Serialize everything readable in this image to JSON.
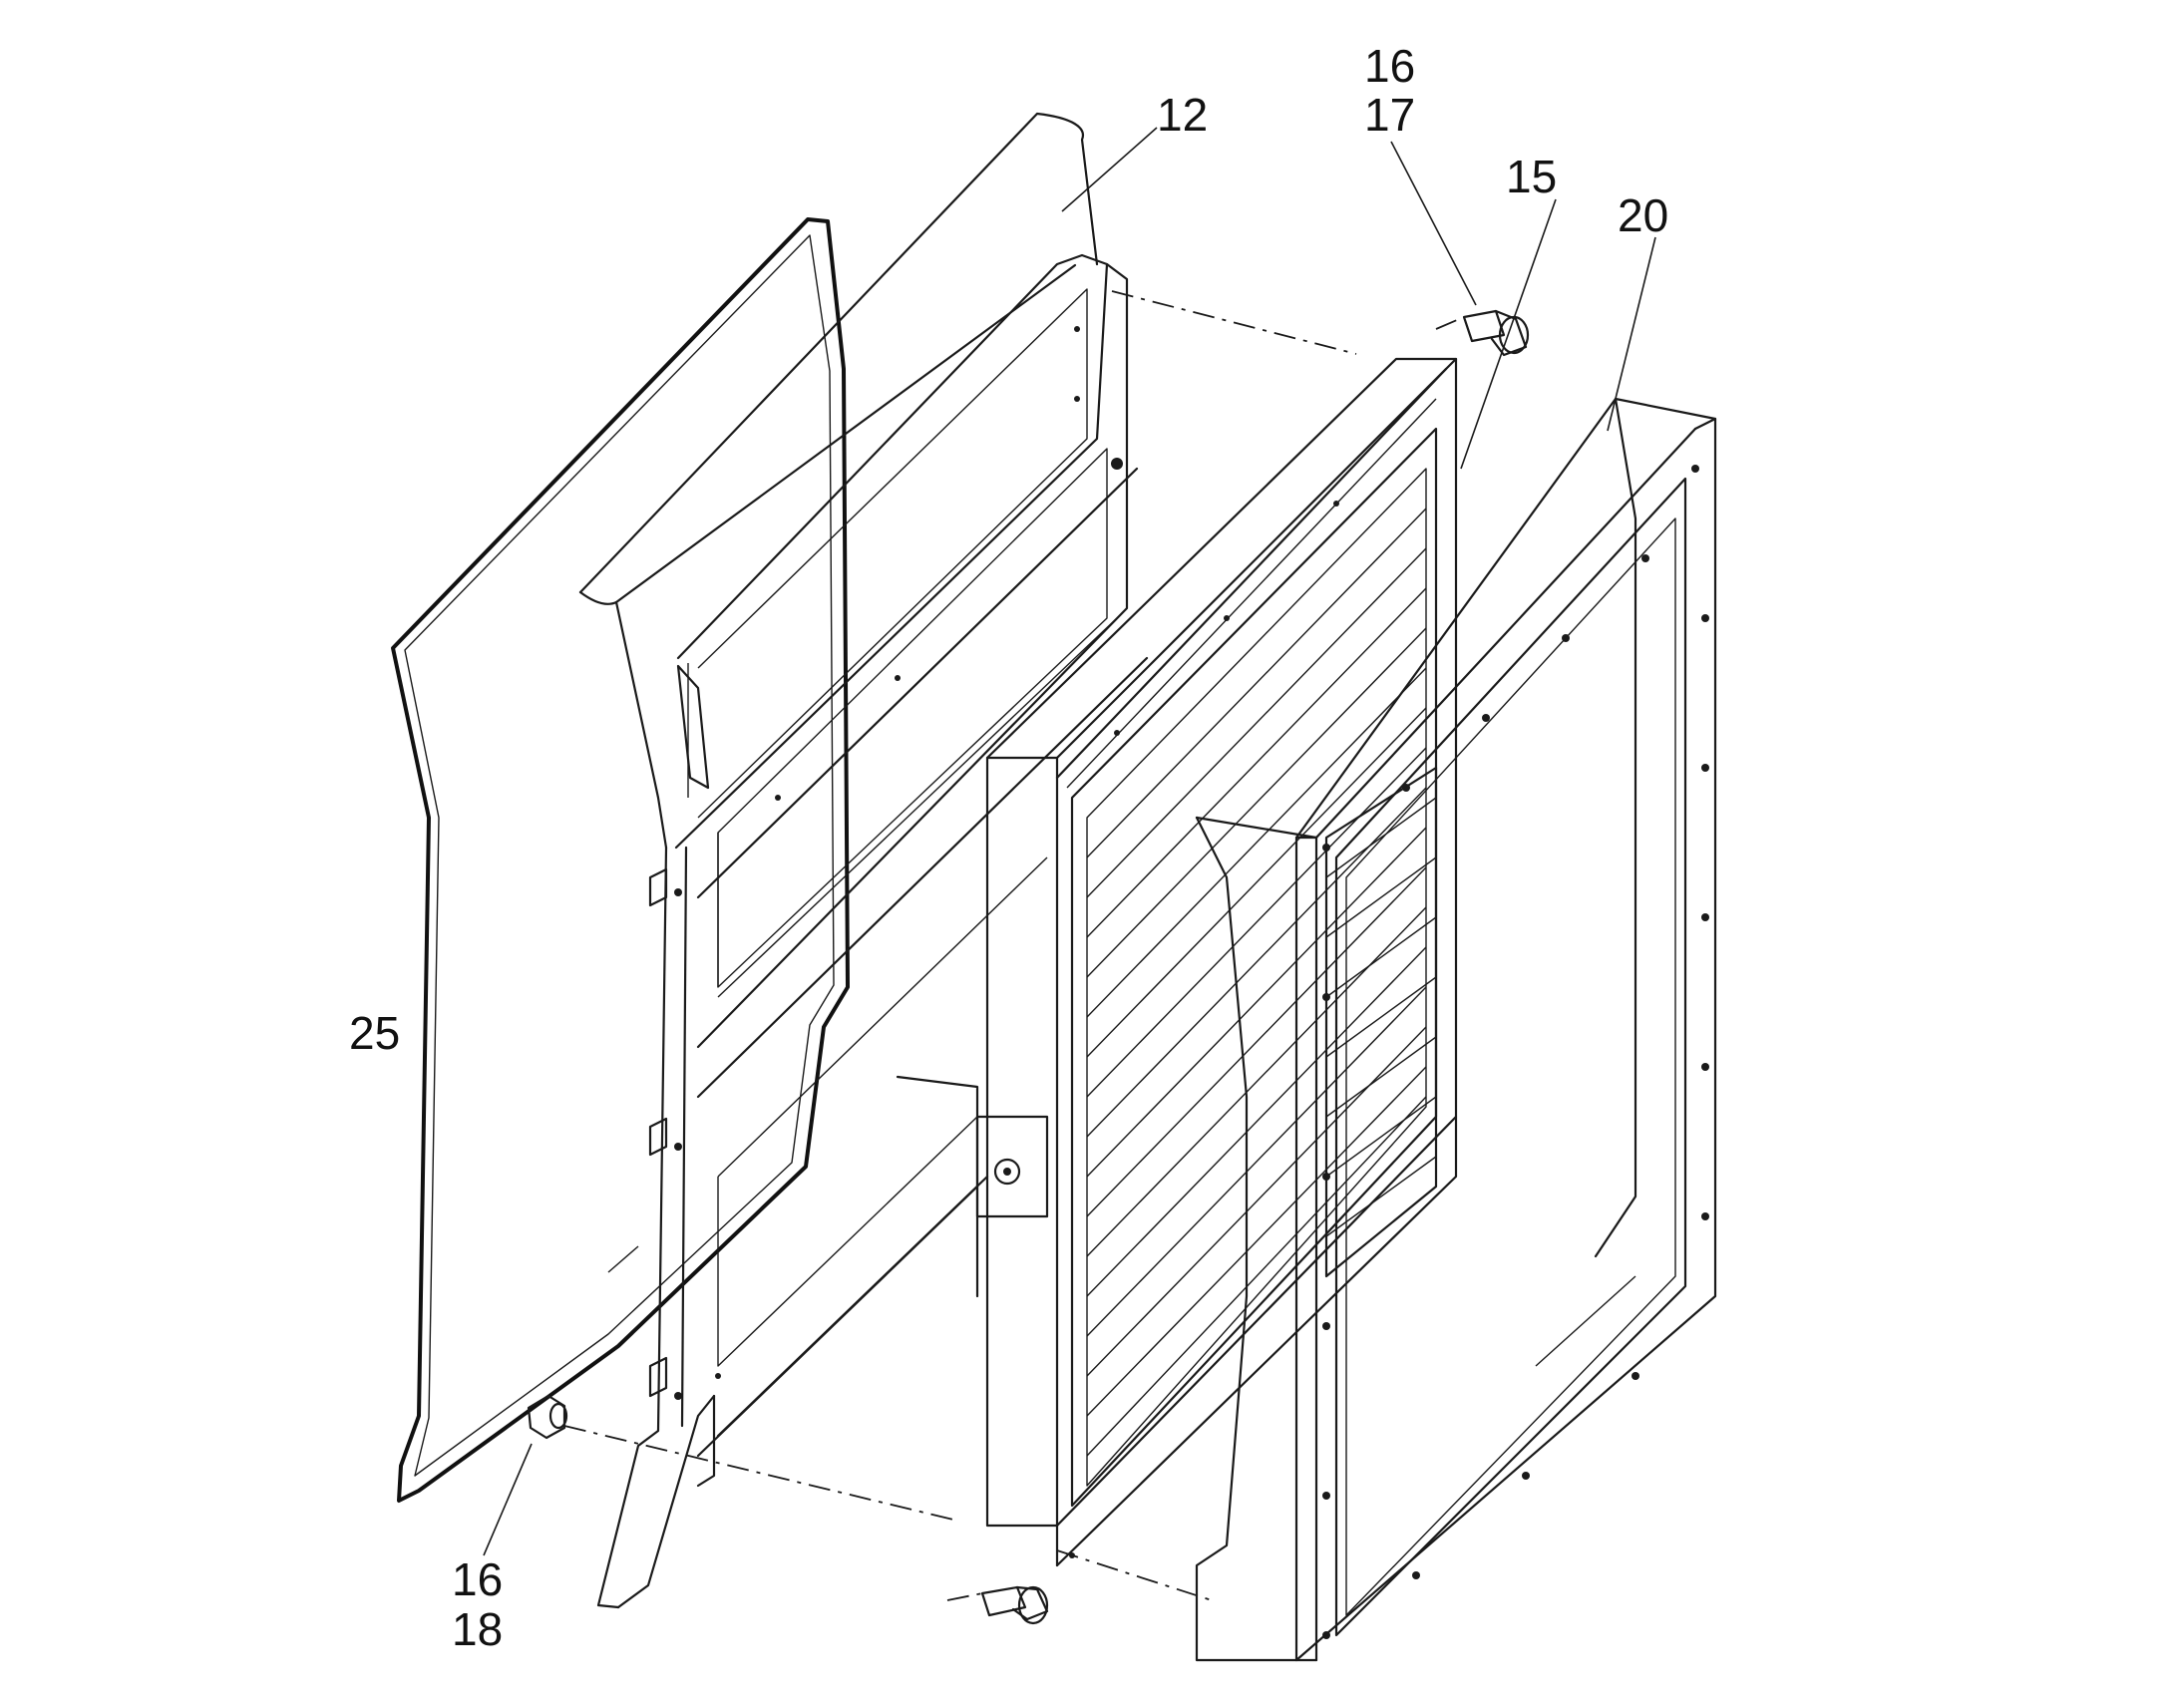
{
  "diagram": {
    "type": "exploded-parts-view",
    "callouts": {
      "part_12": "12",
      "part_16_top": "16",
      "part_17": "17",
      "part_15": "15",
      "part_20": "20",
      "part_25": "25",
      "part_16_bottom": "16",
      "part_18": "18"
    }
  }
}
